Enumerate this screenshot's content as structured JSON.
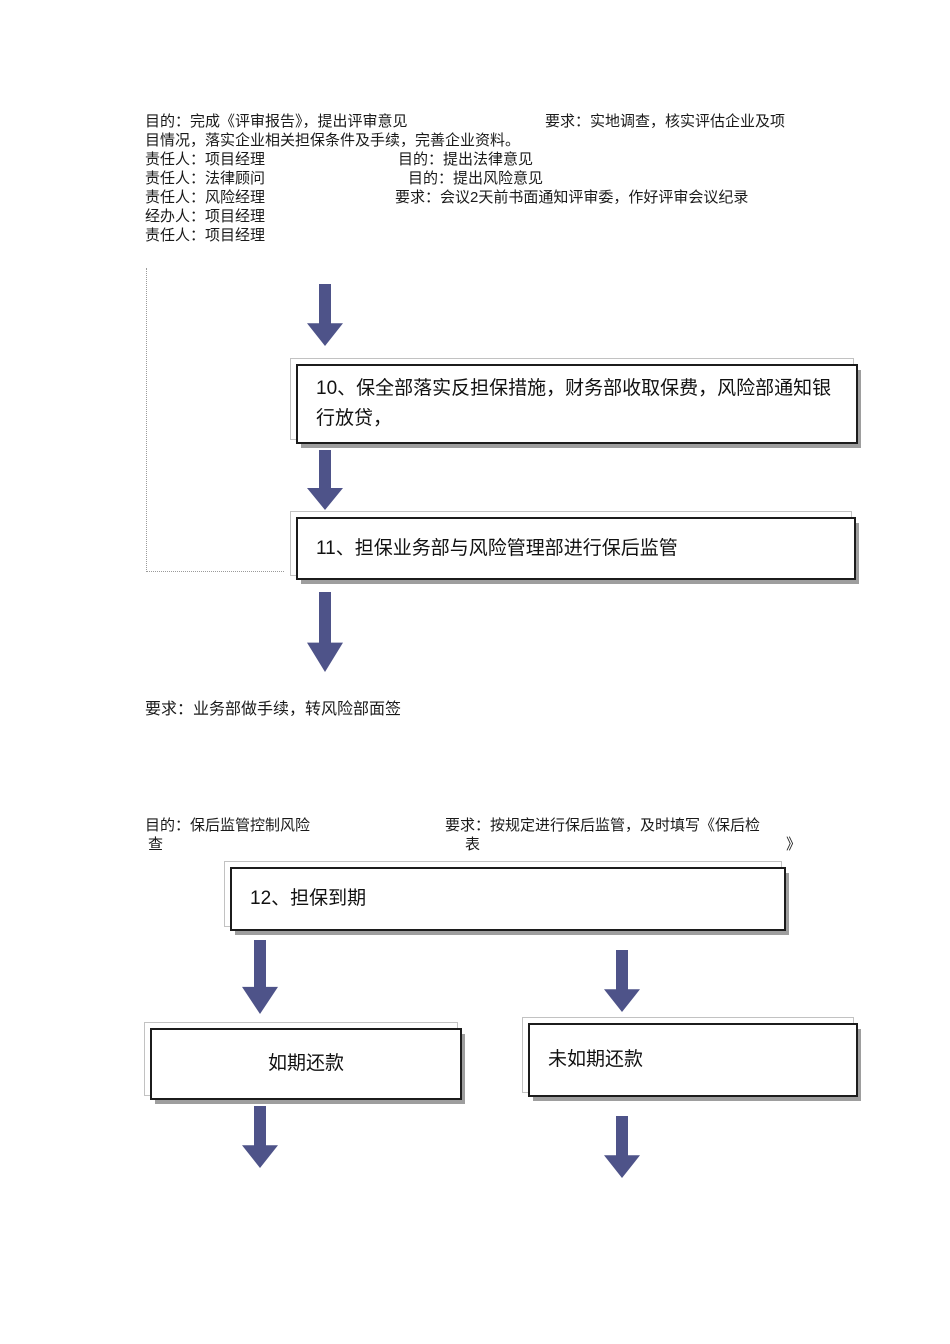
{
  "colors": {
    "arrow": "#4e5389",
    "box_border": "#1c1c1c"
  },
  "header_block": {
    "purpose_review": "目的：完成《评审报告》，提出评审意见",
    "req_survey": "要求：实地调查，核实评估企业及项",
    "req_survey_cont": "目情况，落实企业相关担保条件及手续，完善企业资料。",
    "resp_pm1": "责任人：项目经理",
    "purpose_legal": "目的：提出法律意见",
    "resp_legal": "责任人：法律顾问",
    "purpose_risk": "目的：提出风险意见",
    "resp_risk": "责任人：风险经理",
    "req_meeting": "要求：会议2天前书面通知评审委，作好评审会议纪录",
    "handler_pm": "经办人：项目经理",
    "resp_pm2": "责任人：项目经理"
  },
  "flow": {
    "box10": "10、保全部落实反担保措施，财务部收取保费，风险部通知银行放贷，",
    "box11": "11、担保业务部与风险管理部进行保后监管",
    "box12": "12、担保到期",
    "on_time": "如期还款",
    "overdue": "未如期还款"
  },
  "notes": {
    "procedure": "要求：业务部做手续，转风险部面签"
  },
  "section2": {
    "purpose": "目的：保后监管控制风险",
    "requirement": "要求：按规定进行保后监管，及时填写《保后检",
    "cont_left": "查",
    "cont_mid": "表",
    "cont_right": "》"
  }
}
